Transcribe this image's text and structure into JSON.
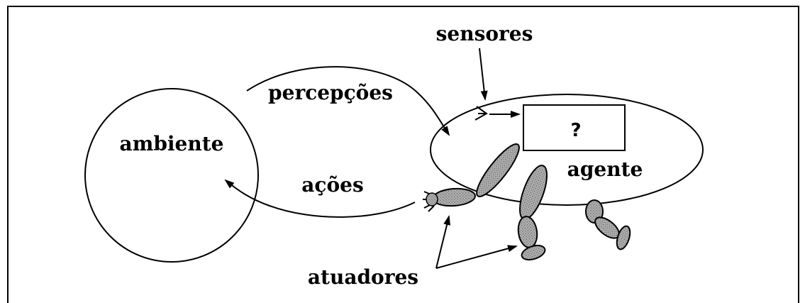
{
  "diagram": {
    "environment_label": "ambiente",
    "agent_label": "agente",
    "percepts_label": "percepções",
    "actions_label": "ações",
    "sensors_label": "sensores",
    "actuators_label": "atuadores",
    "agent_program_label": "?"
  },
  "colors": {
    "stroke": "#000000",
    "limb_fill": "#aaaaaa",
    "background": "#ffffff"
  }
}
